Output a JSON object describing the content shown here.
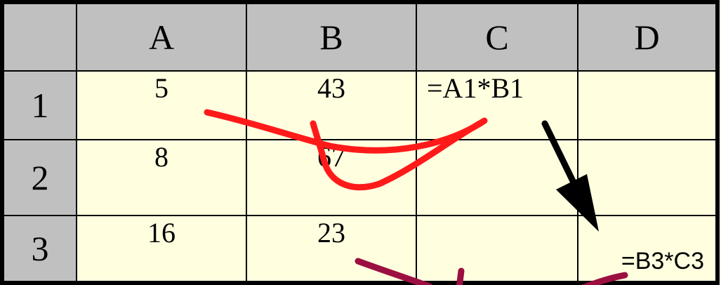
{
  "columns": [
    "A",
    "B",
    "C",
    "D"
  ],
  "rows": [
    {
      "label": "1",
      "cells": [
        "5",
        "43",
        "=A1*B1",
        ""
      ]
    },
    {
      "label": "2",
      "cells": [
        "8",
        "67",
        "",
        ""
      ]
    },
    {
      "label": "3",
      "cells": [
        "16",
        "23",
        "",
        "=B3*C3"
      ]
    }
  ],
  "colors": {
    "header_bg": "#c0c0c0",
    "cell_bg": "#ffffe0",
    "grid": "#000000",
    "stroke_red": "#ff1a1a",
    "stroke_maroon": "#9b1040",
    "arrow": "#000000"
  }
}
